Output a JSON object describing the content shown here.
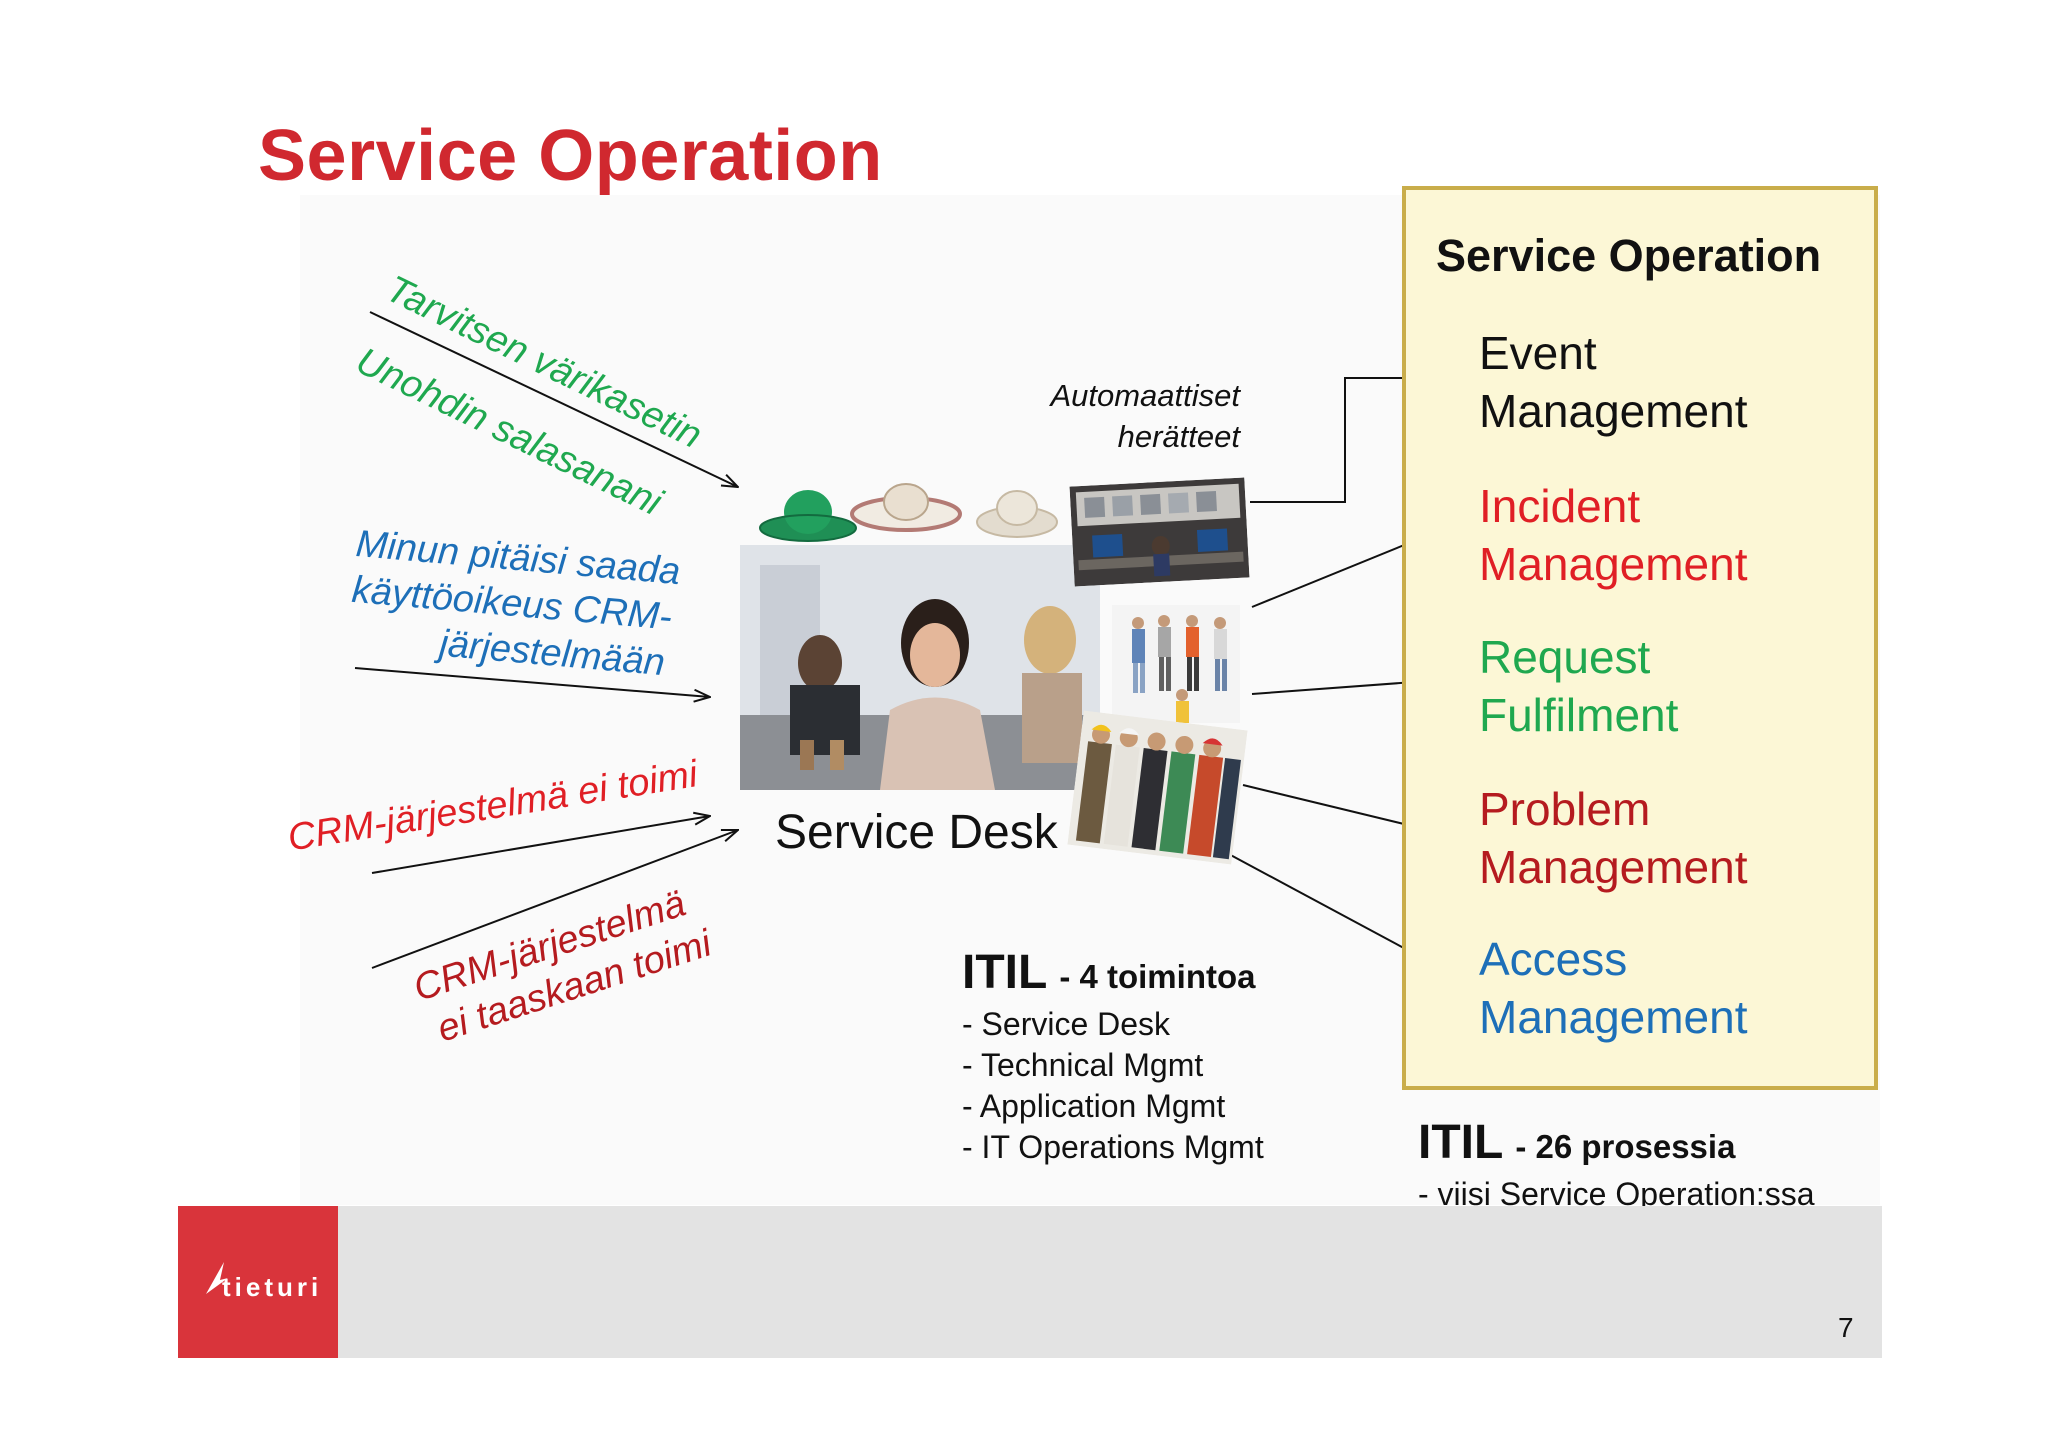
{
  "title": "Service Operation",
  "requests": [
    {
      "text": "Tarvitsen värikasetin",
      "color": "#1fa84f"
    },
    {
      "text": "Unohdin salasanani",
      "color": "#1fa84f"
    },
    {
      "lines": [
        "Minun pitäisi saada",
        "käyttöoikeus CRM-",
        "järjestelmään"
      ],
      "color": "#1d6fb8"
    },
    {
      "text": "CRM-järjestelmä ei toimi",
      "color": "#e01f25"
    },
    {
      "lines": [
        "CRM-järjestelmä",
        "ei taaskaan toimi"
      ],
      "color": "#b51b1f"
    }
  ],
  "automatic_alerts": [
    "Automaattiset",
    "herätteet"
  ],
  "service_desk_label": "Service Desk",
  "itil_functions": {
    "heading": "ITIL",
    "subheading": "- 4 toimintoa",
    "items": [
      "- Service Desk",
      "- Technical Mgmt",
      "- Application Mgmt",
      "- IT Operations Mgmt"
    ]
  },
  "process_box": {
    "title": "Service Operation",
    "processes": [
      {
        "lines": [
          "Event",
          "Management"
        ],
        "color": "#111111"
      },
      {
        "lines": [
          "Incident",
          "Management"
        ],
        "color": "#e01f25"
      },
      {
        "lines": [
          "Request",
          "Fulfilment"
        ],
        "color": "#1fa84f"
      },
      {
        "lines": [
          "Problem",
          "Management"
        ],
        "color": "#b51b1f"
      },
      {
        "lines": [
          "Access",
          "Management"
        ],
        "color": "#1d6fb8"
      }
    ]
  },
  "itil_processes": {
    "heading": "ITIL",
    "subheading": "- 26 prosessia",
    "items": [
      "- viisi Service Operation:ssa"
    ]
  },
  "footer": {
    "logo_text": "tieturi",
    "page_number": "7"
  },
  "colors": {
    "title_red": "#d0282f",
    "box_border": "#c9ad4a",
    "box_fill": "#fcf7d6",
    "logo_red": "#d9343b"
  }
}
